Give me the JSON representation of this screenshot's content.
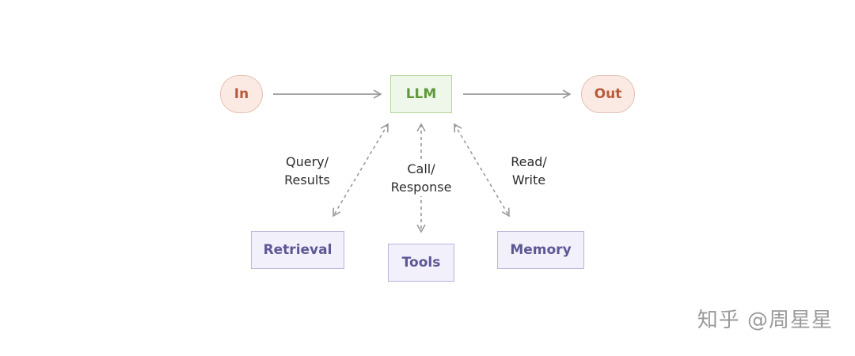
{
  "nodes": {
    "input": "In",
    "output": "Out",
    "llm": "LLM",
    "retrieval": "Retrieval",
    "tools": "Tools",
    "memory": "Memory"
  },
  "edge_labels": {
    "retrieval": [
      "Query/",
      "Results"
    ],
    "tools": [
      "Call/",
      "Response"
    ],
    "memory": [
      "Read/",
      "Write"
    ]
  },
  "watermark": "知乎 @周星星",
  "colors": {
    "io_fill": "#fbeae3",
    "io_text": "#b85b3b",
    "llm_fill": "#eff7ea",
    "llm_text": "#5e9a3c",
    "ext_fill": "#f1f0fb",
    "ext_text": "#5d5895",
    "arrow": "#9a9a9a"
  }
}
